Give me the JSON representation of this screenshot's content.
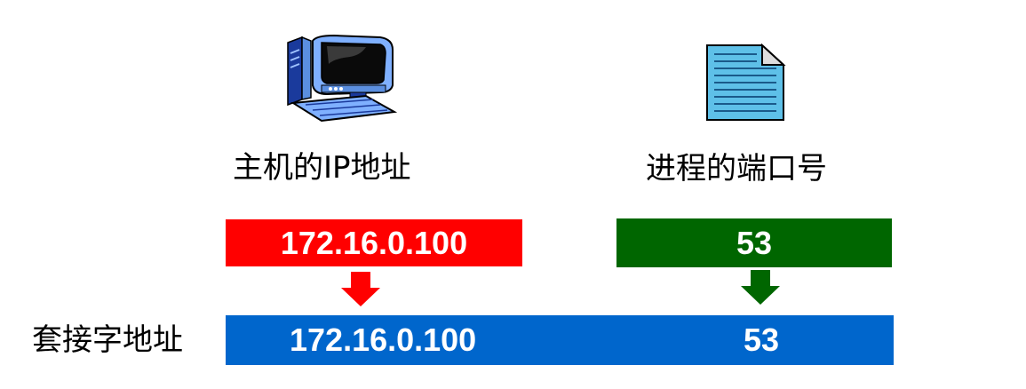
{
  "host": {
    "label": "主机的IP地址",
    "value": "172.16.0.100",
    "icon": "computer-icon",
    "color": "#ff0000"
  },
  "process": {
    "label": "进程的端口号",
    "value": "53",
    "icon": "document-icon",
    "color": "#006600"
  },
  "socket": {
    "label": "套接字地址",
    "ip": "172.16.0.100",
    "port": "53",
    "color": "#0066cc"
  }
}
